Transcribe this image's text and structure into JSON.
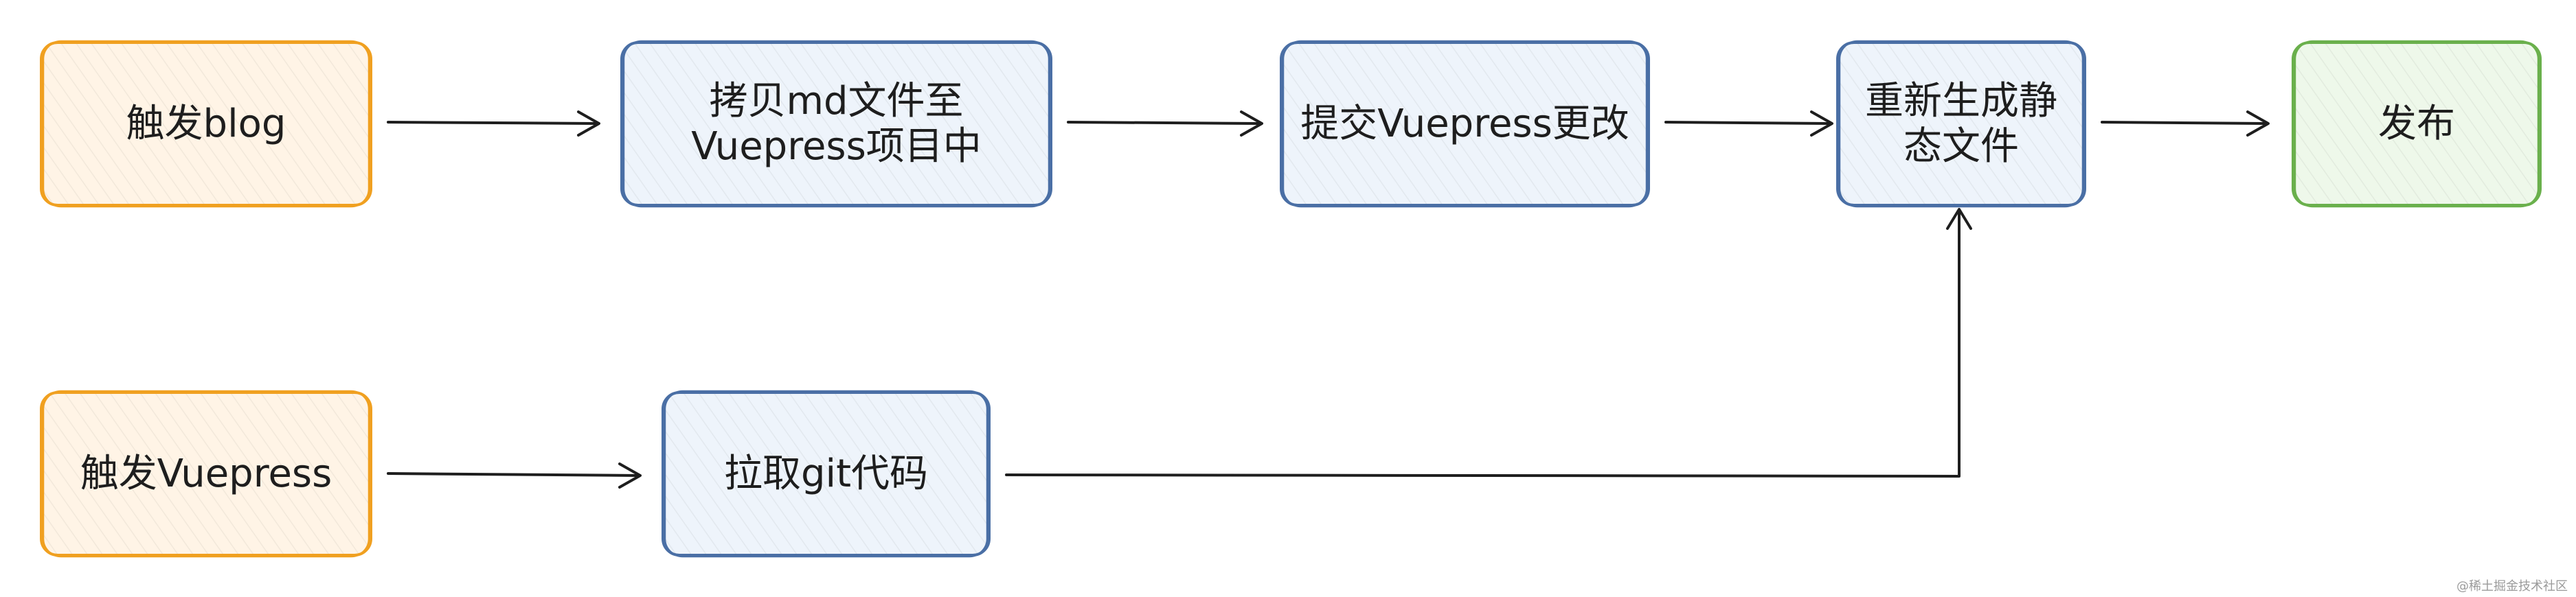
{
  "nodes": {
    "trigger_blog": {
      "lines": [
        "触发blog"
      ],
      "fill": "#fff4e6",
      "stroke": "#f0a020"
    },
    "copy_md": {
      "lines": [
        "拷贝md文件至",
        "Vuepress项目中"
      ],
      "fill": "#eef4fb",
      "stroke": "#4a6fa5"
    },
    "commit_changes": {
      "lines": [
        "提交Vuepress更改"
      ],
      "fill": "#eef4fb",
      "stroke": "#4a6fa5"
    },
    "regenerate_static": {
      "lines": [
        "重新生成静",
        "态文件"
      ],
      "fill": "#eef4fb",
      "stroke": "#4a6fa5"
    },
    "publish": {
      "lines": [
        "发布"
      ],
      "fill": "#eef8ea",
      "stroke": "#6ab04c"
    },
    "trigger_vuepress": {
      "lines": [
        "触发Vuepress"
      ],
      "fill": "#fff4e6",
      "stroke": "#f0a020"
    },
    "pull_git": {
      "lines": [
        "拉取git代码"
      ],
      "fill": "#eef4fb",
      "stroke": "#4a6fa5"
    }
  },
  "edges": [
    {
      "from": "trigger_blog",
      "to": "copy_md"
    },
    {
      "from": "copy_md",
      "to": "commit_changes"
    },
    {
      "from": "commit_changes",
      "to": "regenerate_static"
    },
    {
      "from": "regenerate_static",
      "to": "publish"
    },
    {
      "from": "trigger_vuepress",
      "to": "pull_git"
    },
    {
      "from": "pull_git",
      "to": "regenerate_static"
    }
  ],
  "watermark": "@稀土掘金技术社区"
}
